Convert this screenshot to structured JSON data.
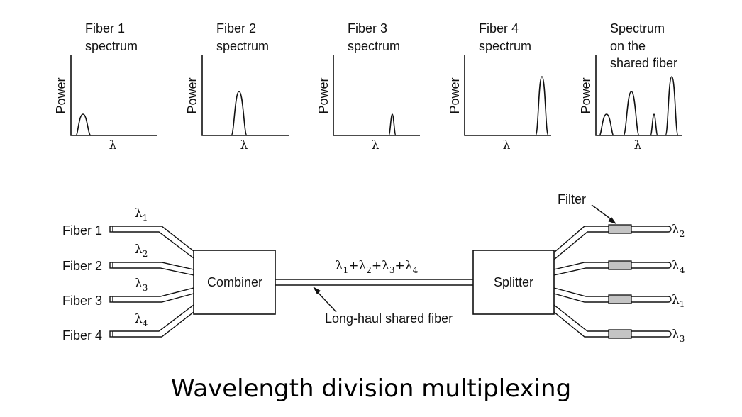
{
  "spectra": [
    {
      "title_line1": "Fiber 1",
      "title_line2": "spectrum",
      "title_line3": "",
      "ylabel": "Power",
      "xlabel": "λ"
    },
    {
      "title_line1": "Fiber 2",
      "title_line2": "spectrum",
      "title_line3": "",
      "ylabel": "Power",
      "xlabel": "λ"
    },
    {
      "title_line1": "Fiber 3",
      "title_line2": "spectrum",
      "title_line3": "",
      "ylabel": "Power",
      "xlabel": "λ"
    },
    {
      "title_line1": "Fiber 4",
      "title_line2": "spectrum",
      "title_line3": "",
      "ylabel": "Power",
      "xlabel": "λ"
    },
    {
      "title_line1": "Spectrum",
      "title_line2": "on the",
      "title_line3": "shared fiber",
      "ylabel": "Power",
      "xlabel": "λ"
    }
  ],
  "inputs": [
    {
      "label": "Fiber 1",
      "lambda": "λ",
      "sub": "1"
    },
    {
      "label": "Fiber 2",
      "lambda": "λ",
      "sub": "2"
    },
    {
      "label": "Fiber 3",
      "lambda": "λ",
      "sub": "3"
    },
    {
      "label": "Fiber 4",
      "lambda": "λ",
      "sub": "4"
    }
  ],
  "combiner_label": "Combiner",
  "splitter_label": "Splitter",
  "shared_fiber_label": "Long-haul shared fiber",
  "shared_sum": {
    "l": "λ",
    "s1": "1",
    "p1": "+",
    "s2": "2",
    "p2": "+",
    "s3": "3",
    "p3": "+",
    "s4": "4"
  },
  "filter_label": "Filter",
  "outputs": [
    {
      "lambda": "λ",
      "sub": "2"
    },
    {
      "lambda": "λ",
      "sub": "4"
    },
    {
      "lambda": "λ",
      "sub": "1"
    },
    {
      "lambda": "λ",
      "sub": "3"
    }
  ],
  "caption": "Wavelength division multiplexing"
}
